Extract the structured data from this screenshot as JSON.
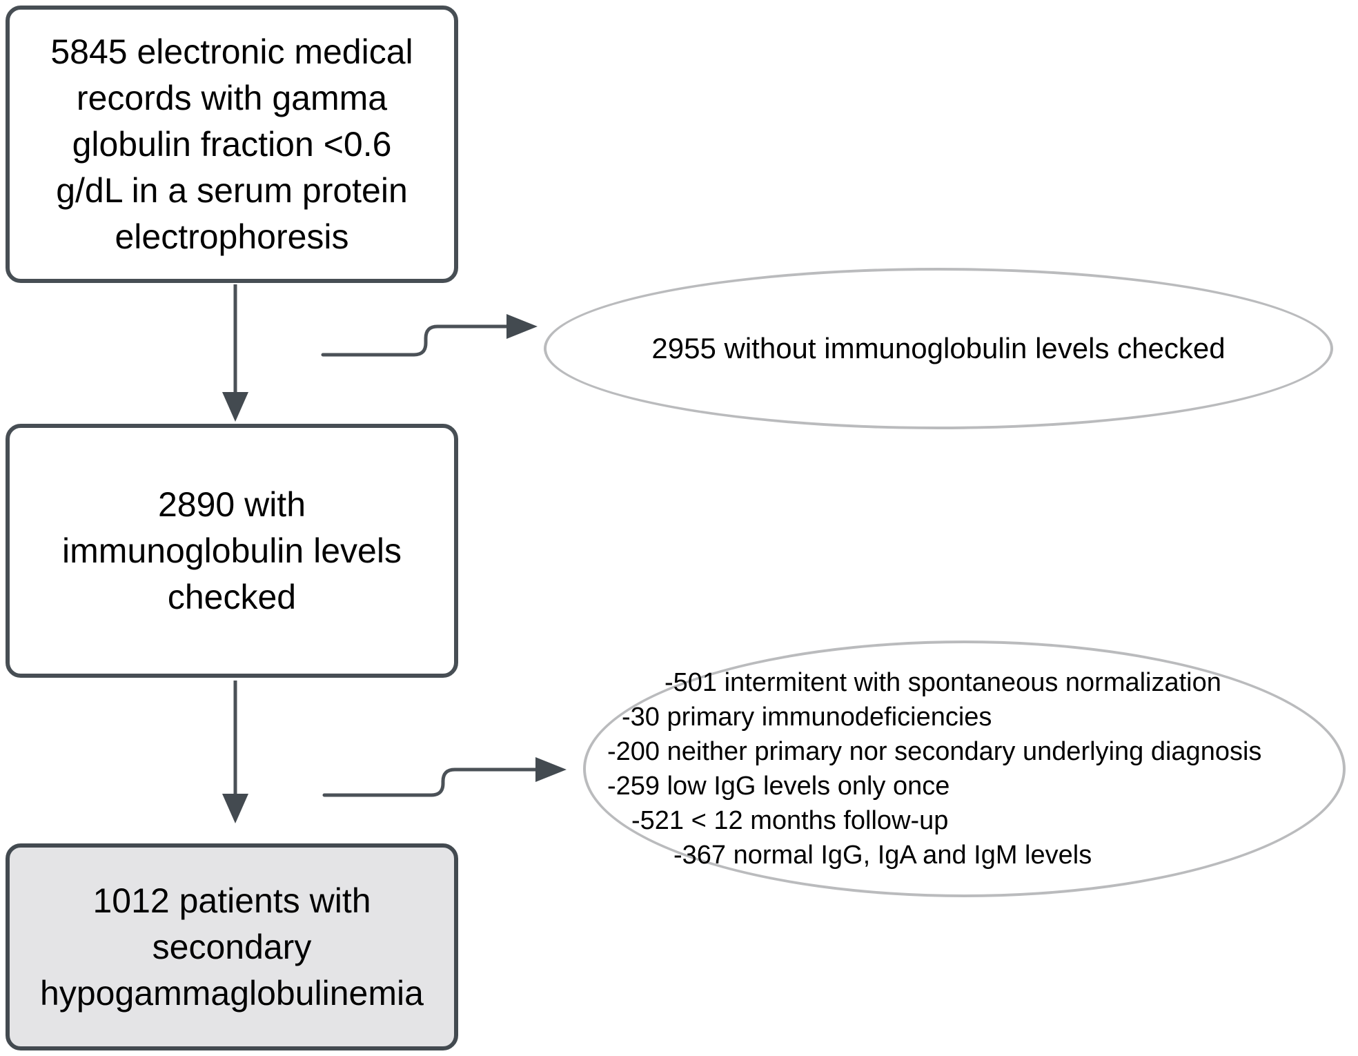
{
  "flowchart": {
    "box1": {
      "lines": [
        "5845 electronic medical",
        "records with gamma",
        "globulin fraction <0.6",
        "g/dL in a serum protein",
        "electrophoresis"
      ]
    },
    "box2": {
      "lines": [
        "2890 with",
        "immunoglobulin levels",
        "checked"
      ]
    },
    "box3": {
      "lines": [
        "1012 patients with",
        "secondary",
        "hypogammaglobulinemia"
      ]
    },
    "ellipse1": {
      "text": "2955 without immunoglobulin levels checked"
    },
    "ellipse2": {
      "lines": [
        "-501 intermitent with spontaneous normalization",
        "-30 primary immunodeficiencies",
        "-200 neither primary nor secondary underlying diagnosis",
        "-259 low IgG levels only once",
        "-521 < 12 months follow-up",
        "-367 normal IgG, IgA and IgM levels"
      ]
    },
    "colors": {
      "box_border": "#474e54",
      "box3_fill": "#e4e4e6",
      "ellipse_border": "#babbbd",
      "connector": "#4b5157",
      "arrowhead": "#434a50",
      "text": "#000000"
    }
  }
}
